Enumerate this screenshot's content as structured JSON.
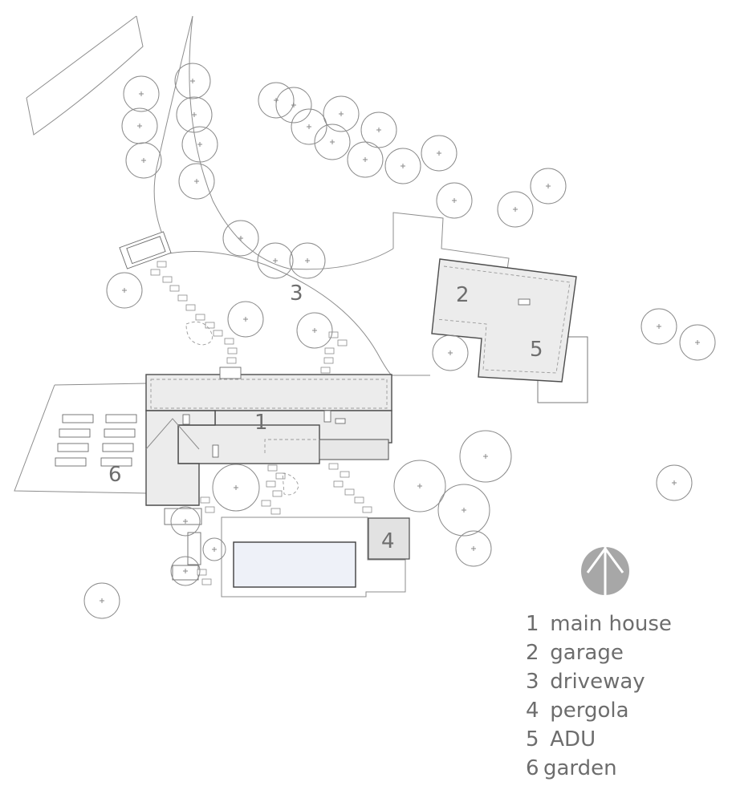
{
  "plan_labels": {
    "main_house": "1",
    "garage": "2",
    "driveway": "3",
    "pergola": "4",
    "adu": "5",
    "garden": "6"
  },
  "legend": [
    {
      "num": "1",
      "text": "main house"
    },
    {
      "num": "2",
      "text": "garage"
    },
    {
      "num": "3",
      "text": "driveway"
    },
    {
      "num": "4",
      "text": "pergola"
    },
    {
      "num": "5",
      "text": "ADU"
    },
    {
      "num": "6",
      "text": "garden"
    }
  ],
  "north_arrow_icon": "north-arrow",
  "colors": {
    "line": "#8d8d8d",
    "building_fill": "#ececec",
    "pool_fill": "#eef1f8",
    "label": "#6e6e6e"
  }
}
